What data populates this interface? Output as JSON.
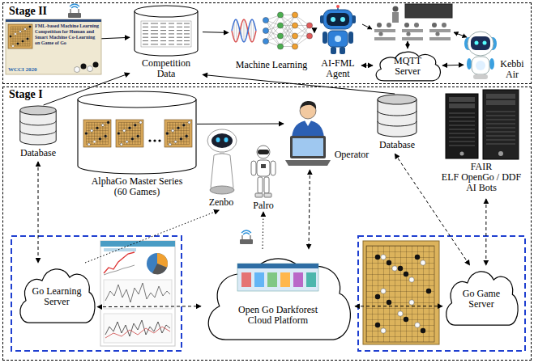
{
  "diagram": {
    "nodes": [
      {
        "text": [
          "Stage II"
        ]
      },
      {
        "text": [
          "FML-based Machine Learning Competition for Human and Smart Machine Co-Learning on Game of Go",
          "WCCI 2020"
        ],
        "in": 0
      },
      {
        "text": [
          "Competition Data"
        ],
        "in": 0
      },
      {
        "text": [
          "Machine Learning"
        ],
        "in": 0
      },
      {
        "text": [
          "AI-FML Agent"
        ],
        "in": 0
      },
      {
        "text": [
          "MQTT Server"
        ],
        "in": 0
      },
      {
        "text": [
          "Kebbi Air"
        ],
        "in": 0
      },
      {
        "text": [
          "Stage I"
        ]
      },
      {
        "text": [
          "Database"
        ],
        "in": 7
      },
      {
        "text": [
          "AlphaGo Master Series (60 Games)"
        ],
        "in": 7
      },
      {
        "text": [
          "Zenbo"
        ],
        "in": 7
      },
      {
        "text": [
          "Palro"
        ],
        "in": 7
      },
      {
        "text": [
          "Operator"
        ],
        "in": 7
      },
      {
        "text": [
          "Database"
        ],
        "in": 7
      },
      {
        "text": [
          "FAIR",
          "ELF OpenGo / DDF",
          "AI Bots"
        ],
        "in": 7
      },
      {
        "text": [
          "Go Learning Server"
        ],
        "in": 7
      },
      {
        "text": [
          "Open Go Darkforest Cloud Platform"
        ],
        "in": 7
      },
      {
        "text": [
          "Go Game Server"
        ],
        "in": 7
      }
    ],
    "edges": [
      {
        "from": 1,
        "to": 2,
        "arrow": "to"
      },
      {
        "from": 2,
        "to": 3,
        "arrow": "to"
      },
      {
        "from": 3,
        "to": 4,
        "arrow": "to"
      },
      {
        "from": 4,
        "to": 5,
        "arrow": "both"
      },
      {
        "from": 5,
        "to": 6,
        "arrow": "both"
      },
      {
        "from": 8,
        "to": 2,
        "arrow": "to"
      },
      {
        "from": 13,
        "to": 2,
        "arrow": "to"
      },
      {
        "from": 9,
        "to": 12,
        "arrow": "to"
      },
      {
        "from": 8,
        "to": 15,
        "arrow": "both"
      },
      {
        "from": 15,
        "to": 10,
        "arrow": "to"
      },
      {
        "from": 16,
        "to": 11,
        "arrow": "to"
      },
      {
        "from": 12,
        "to": 16,
        "arrow": "both"
      },
      {
        "from": 15,
        "to": 16,
        "arrow": "both"
      },
      {
        "from": 16,
        "to": 17,
        "arrow": "both"
      },
      {
        "from": 13,
        "to": 17,
        "arrow": "both"
      },
      {
        "from": 14,
        "to": 17,
        "arrow": "both"
      }
    ]
  }
}
